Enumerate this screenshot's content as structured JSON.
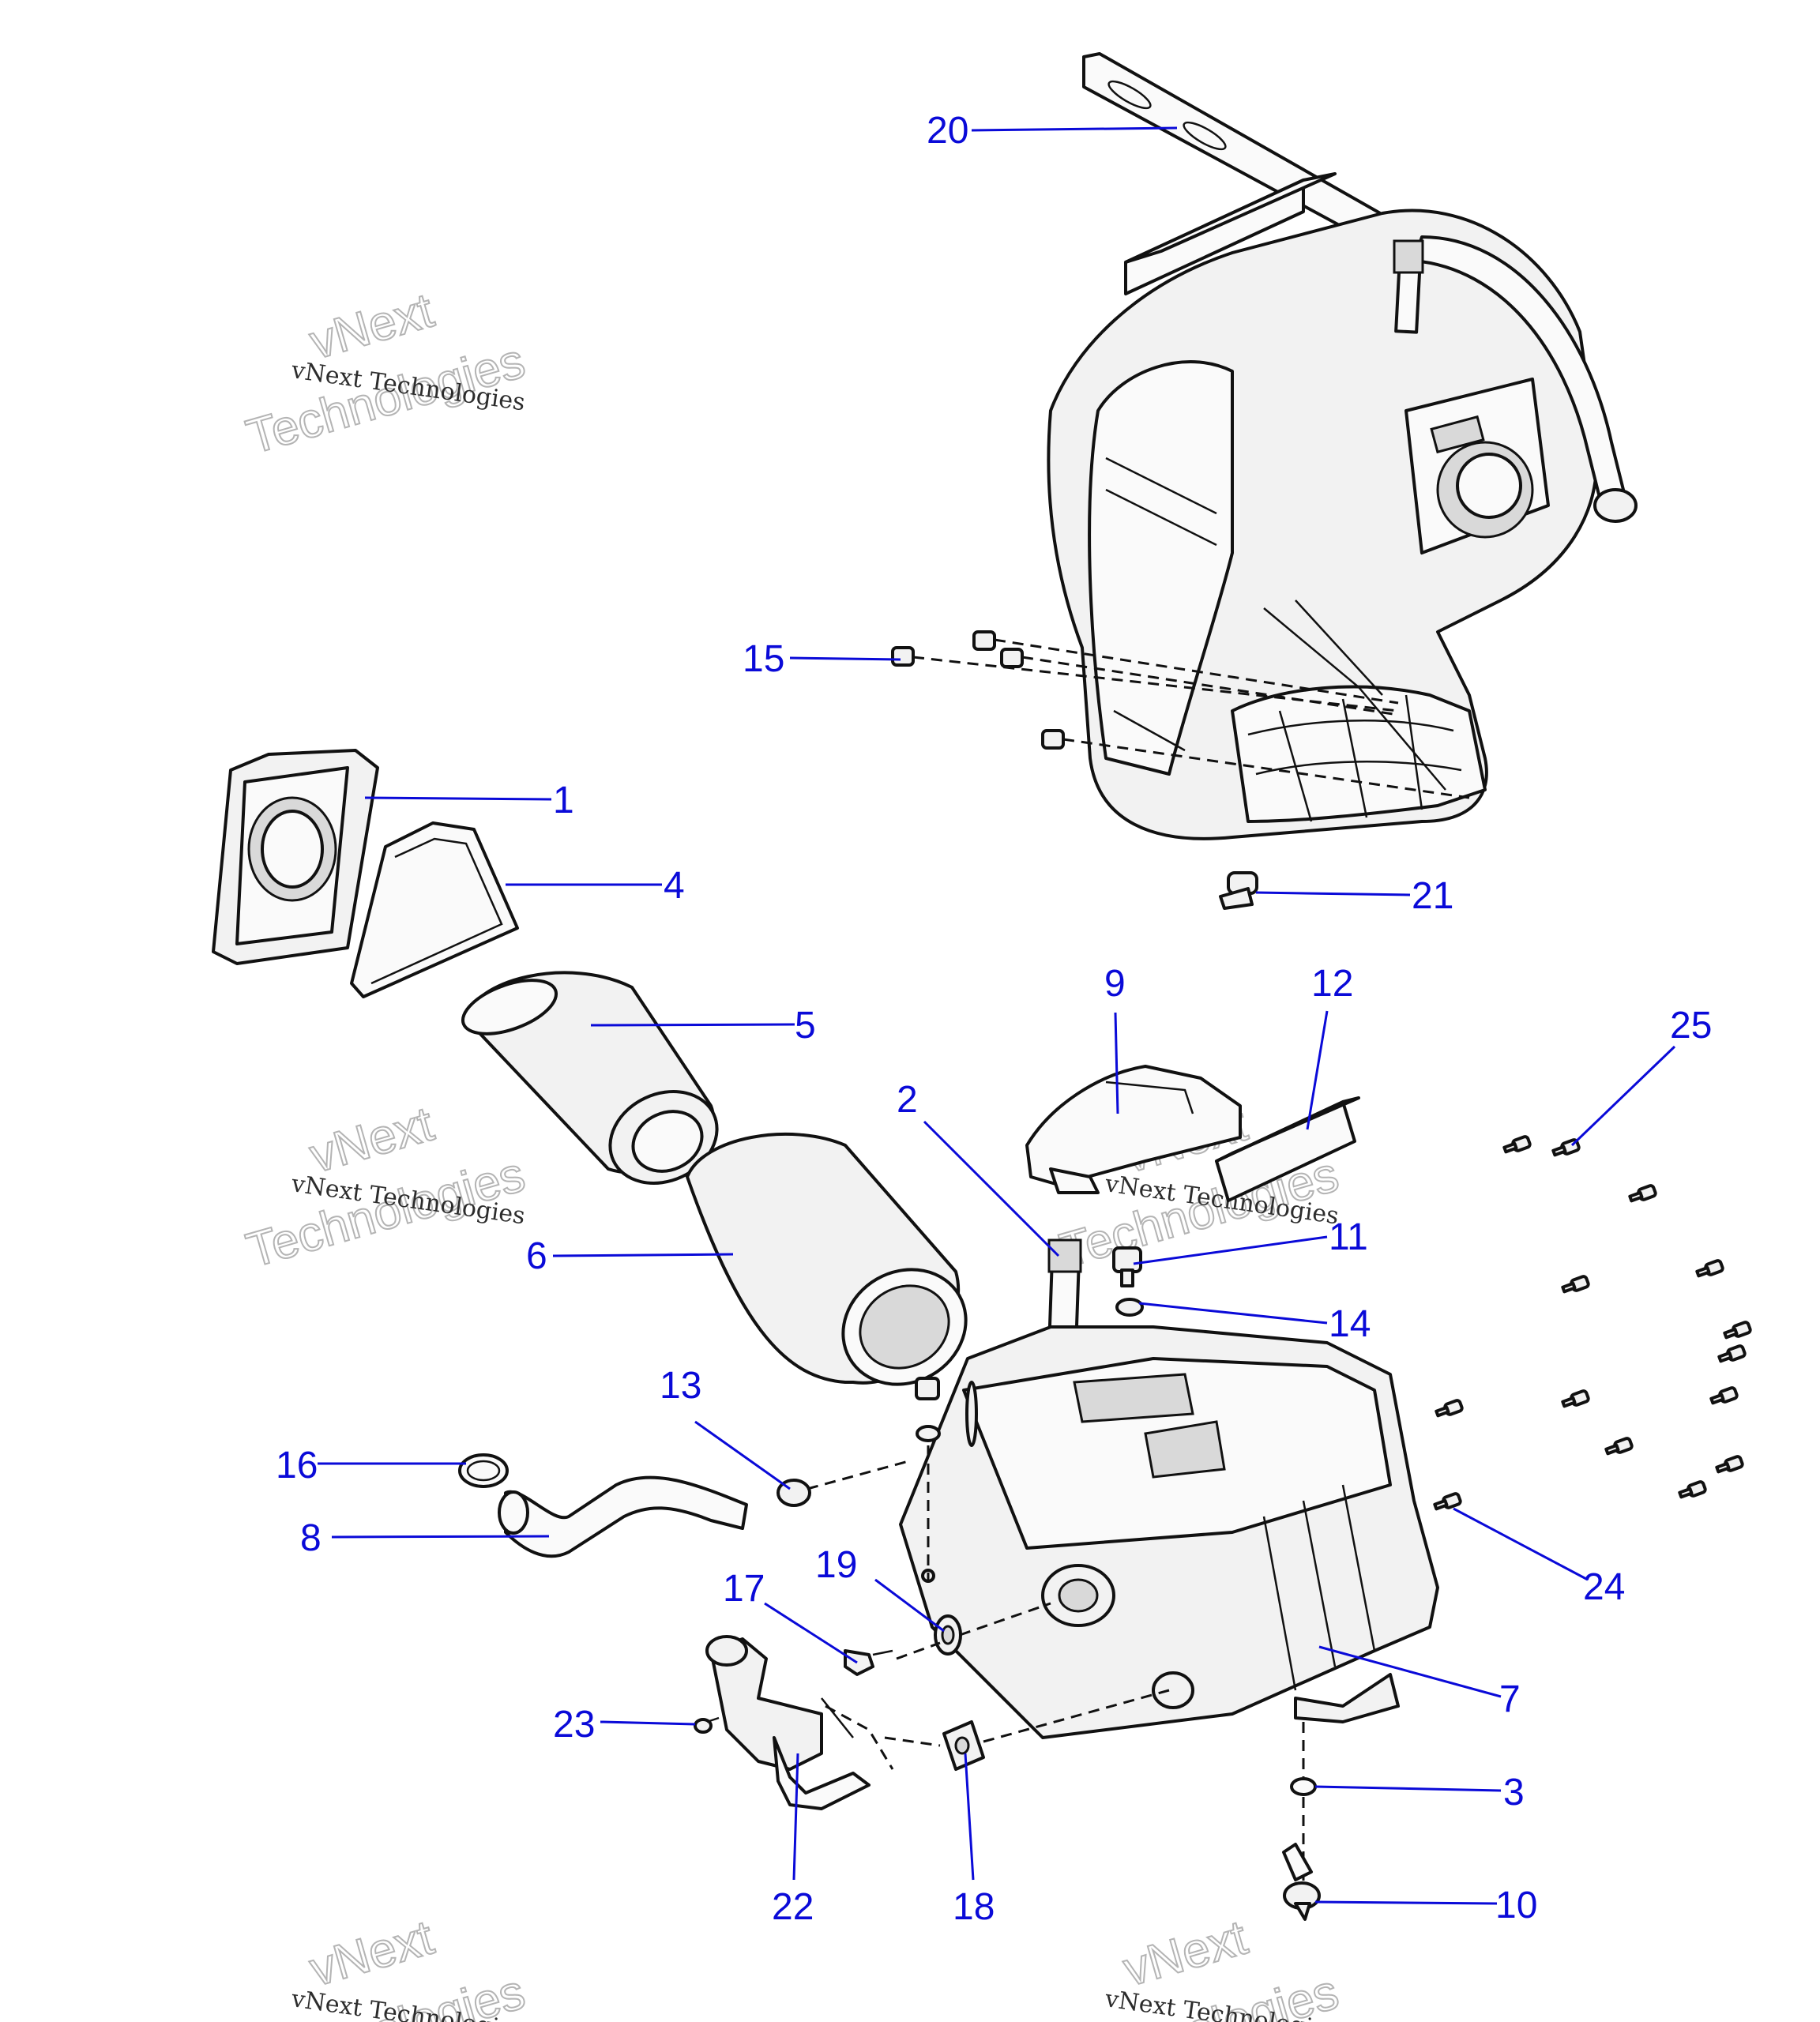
{
  "watermark": {
    "line1": "vNext Technologies",
    "big1": "vNext",
    "big2": "Technologies"
  },
  "callouts": {
    "c1": "1",
    "c2": "2",
    "c3": "3",
    "c4": "4",
    "c5": "5",
    "c6": "6",
    "c7": "7",
    "c8": "8",
    "c9": "9",
    "c10": "10",
    "c11": "11",
    "c12": "12",
    "c13": "13",
    "c14": "14",
    "c15": "15",
    "c16": "16",
    "c17": "17",
    "c18": "18",
    "c19": "19",
    "c20": "20",
    "c21": "21",
    "c22": "22",
    "c23": "23",
    "c24": "24",
    "c25": "25"
  },
  "colors": {
    "callout": "#0a0ad8",
    "line": "#111111",
    "part_fill": "#f2f2f2"
  }
}
